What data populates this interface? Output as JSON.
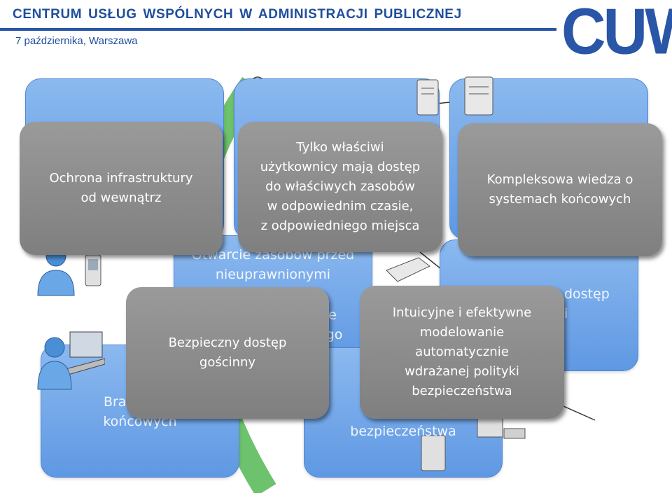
{
  "header": {
    "title": "CENTRUM  USŁUG  WSPÓLNYCH  W  ADMINISTRACJI  PUBLICZNEJ",
    "subtitle": "7  października, Warszawa",
    "logo_text": "CUW"
  },
  "colors": {
    "brand_blue": "#1f4e9c",
    "box_blue": "#6fa4e8",
    "box_gray": "#8c8c8c"
  },
  "blue_boxes": {
    "top_middle": "Otwarcie zasobów przed\nnieuprawnionymi",
    "middle_center_fragment": "sie\nego",
    "right_fragment": "dostęp\ni",
    "bottom_left": "Brak wiedz\nkońcowych",
    "bottom_center": "mud\nwdr\nbezpieczeństwa"
  },
  "gray_boxes": {
    "ochrona": "Ochrona infrastruktury\nod wewnątrz",
    "tylko": "Tylko właściwi\nużytkownicy mają dostęp\ndo właściwych zasobów\nw odpowiednim czasie,\nz odpowiedniego miejsca",
    "kompleksowa": "Kompleksowa wiedza o\nsystemach końcowych",
    "bezpieczny": "Bezpieczny dostęp\ngościnny",
    "intuicyjne": "Intuicyjne i efektywne\nmodelowanie\nautomatycznie\nwdrażanej polityki\nbezpieczeństwa"
  }
}
